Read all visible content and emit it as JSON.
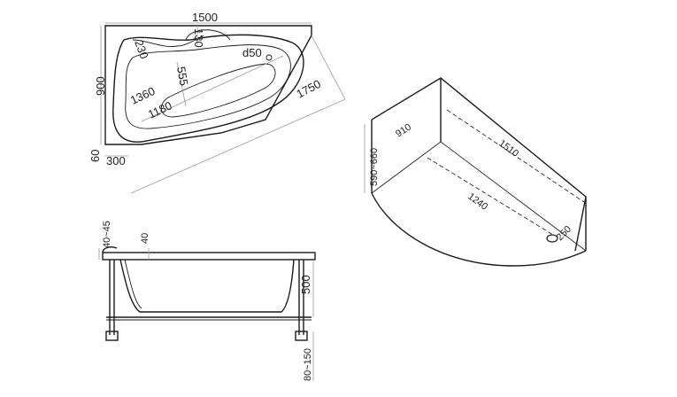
{
  "top_view": {
    "width": "1500",
    "depth": "900",
    "diagonal": "1750",
    "inner_length": "1360",
    "inner_length_bottom": "1180",
    "inner_width": "555",
    "headrest": "230",
    "top_offset": "130",
    "drain": "d50",
    "side_offset": "60",
    "corner_cut": "300"
  },
  "side_view": {
    "rim": "40~45",
    "rim_thickness": "40",
    "height": "500",
    "legs": "80~150"
  },
  "panel_view": {
    "height": "590~660",
    "depth": "910",
    "length": "1510",
    "inner_length": "1240",
    "drain": "250"
  }
}
